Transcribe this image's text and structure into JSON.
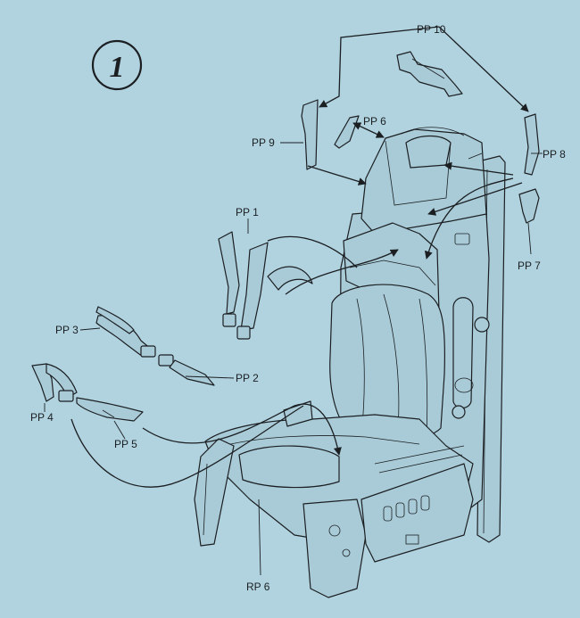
{
  "step": {
    "number": "1"
  },
  "parts": [
    {
      "id": "pp10",
      "label": "PP 10"
    },
    {
      "id": "pp6",
      "label": "PP 6"
    },
    {
      "id": "pp9",
      "label": "PP 9"
    },
    {
      "id": "pp8",
      "label": "PP 8"
    },
    {
      "id": "pp1",
      "label": "PP 1"
    },
    {
      "id": "pp7",
      "label": "PP 7"
    },
    {
      "id": "pp3",
      "label": "PP 3"
    },
    {
      "id": "pp2",
      "label": "PP 2"
    },
    {
      "id": "pp4",
      "label": "PP 4"
    },
    {
      "id": "pp5",
      "label": "PP 5"
    },
    {
      "id": "rp6",
      "label": "RP 6"
    }
  ],
  "colors": {
    "background": "#b1d3e0",
    "ink": "#1b1f22"
  }
}
